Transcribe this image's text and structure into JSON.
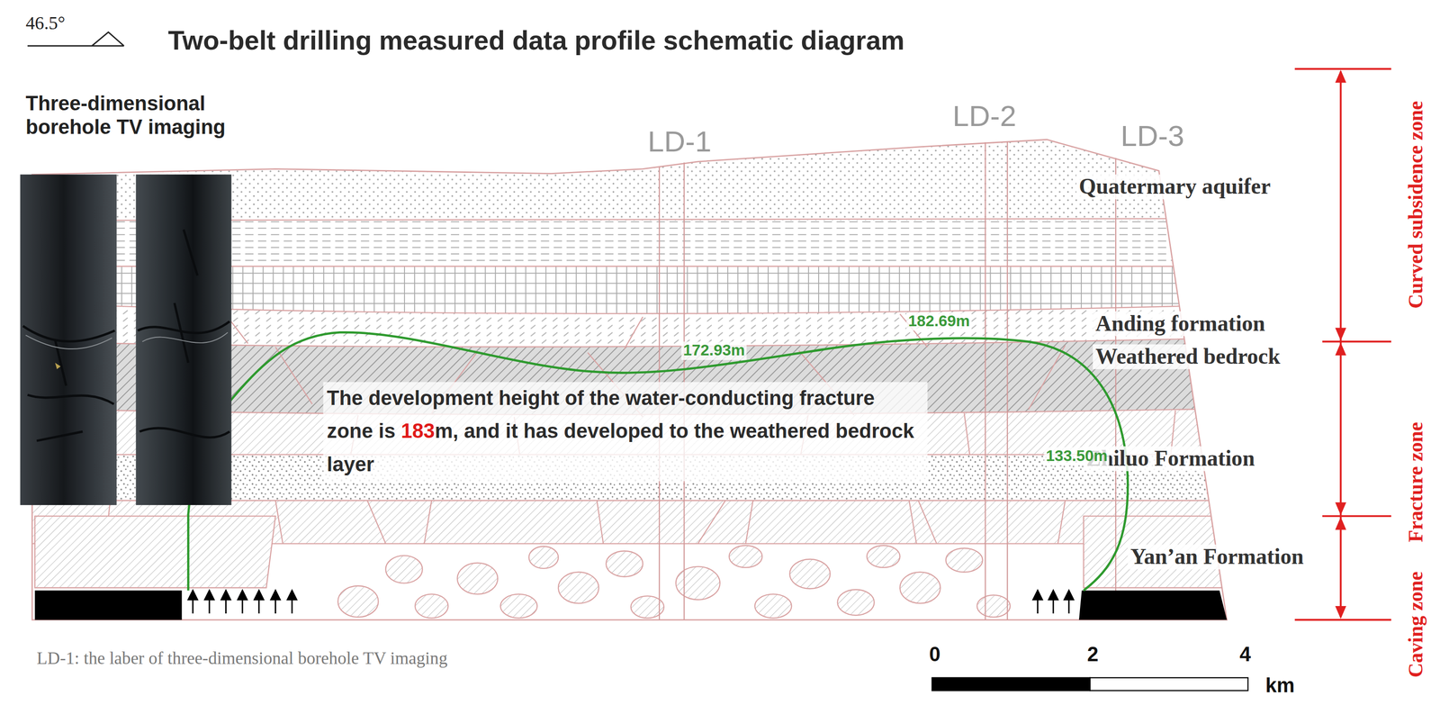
{
  "diagram": {
    "title": "Two-belt drilling measured data profile schematic diagram",
    "caption": "LD-1: the laber of three-dimensional borehole TV imaging",
    "labels": [
      "46.5°",
      "Three-dimensional borehole TV imaging",
      "LD-1",
      "LD-2",
      "LD-3",
      "Quatermary aquifer",
      "Anding formation",
      "Weathered bedrock",
      "Zhiluo Formation",
      "Yan’an Formation",
      "182.69m",
      "172.93m",
      "133.50m",
      "The development height of the water-conducting fracture zone is",
      "183",
      "m, and it has developed to the weathered bedrock layer",
      "Curved subsidence zone",
      "Fracture zone",
      "Caving zone",
      "0",
      "2",
      "4",
      "km"
    ]
  }
}
